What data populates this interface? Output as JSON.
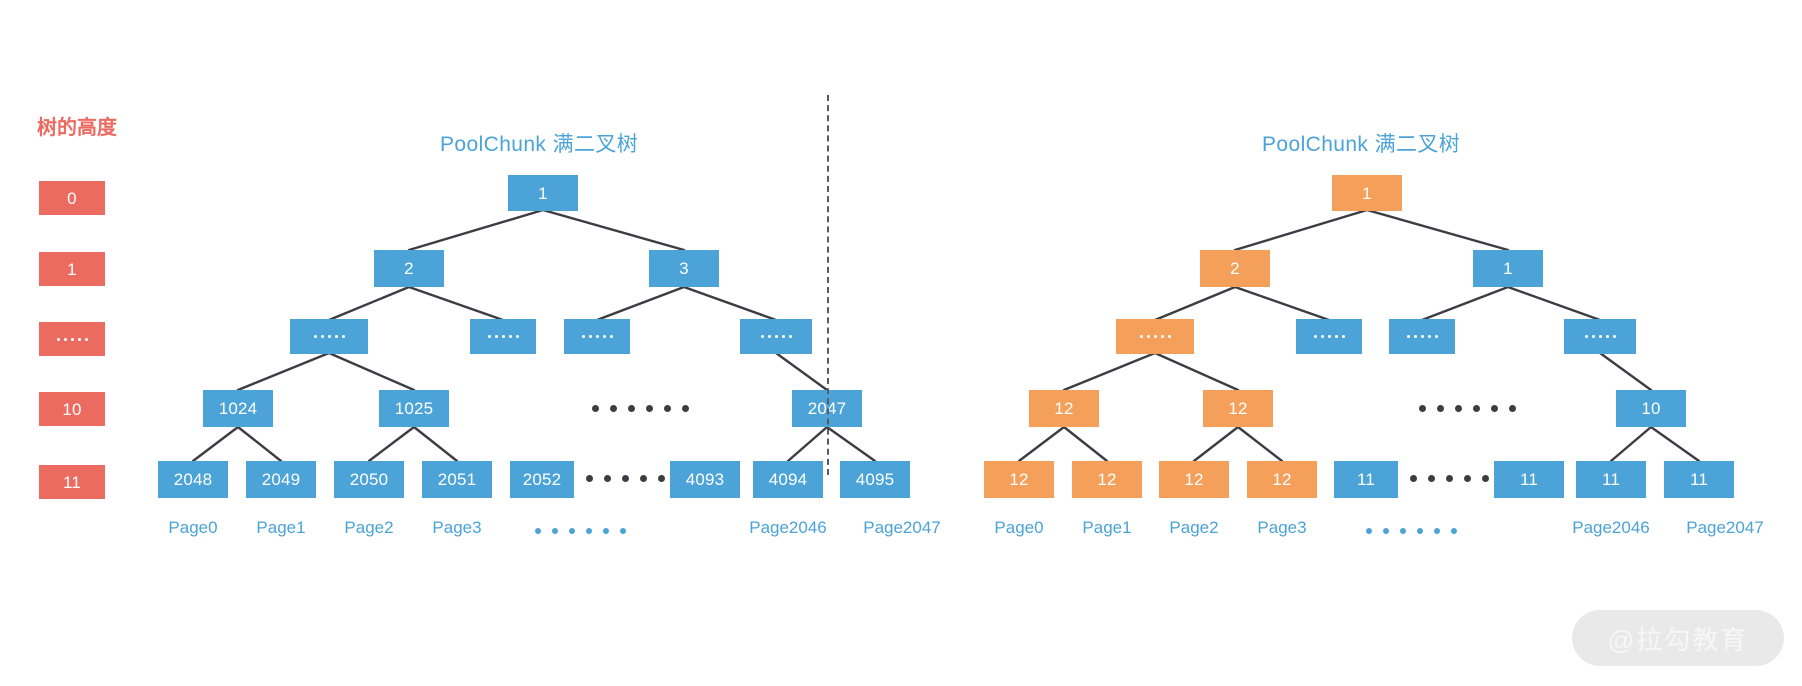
{
  "legend": {
    "title": "树的高度",
    "levels": [
      "0",
      "1",
      "……",
      "10",
      "11"
    ]
  },
  "colors": {
    "blue": "#4BA3D8",
    "orange": "#F5A05A",
    "red": "#EC6B61",
    "line": "#3c3c44",
    "divider": "#5a5a66",
    "watermark_bg": "#e9e9e9"
  },
  "watermark": {
    "text": "@拉勾教育"
  },
  "left_tree": {
    "title": "PoolChunk 满二叉树",
    "depth_labels": [
      "0",
      "1",
      "……",
      "10",
      "11"
    ],
    "nodes": {
      "d0": [
        "1"
      ],
      "d1": [
        "2",
        "3"
      ],
      "d2": [
        "……",
        "……",
        "……",
        "……"
      ],
      "d10": [
        "1024",
        "1025",
        "2047"
      ],
      "d11": [
        "2048",
        "2049",
        "2050",
        "2051",
        "2052",
        "4093",
        "4094",
        "4095"
      ]
    },
    "page_labels": [
      "Page0",
      "Page1",
      "Page2",
      "Page3",
      "Page2046",
      "Page2047"
    ],
    "ellipses": [
      "middle-row10",
      "leaf-gap",
      "page-gap"
    ]
  },
  "right_tree": {
    "title": "PoolChunk 满二叉树",
    "nodes": {
      "d0": [
        "1"
      ],
      "d1": [
        "2",
        "1"
      ],
      "d2": [
        "……",
        "……",
        "……",
        "……"
      ],
      "d10": [
        "12",
        "12",
        "10"
      ],
      "d11": [
        "12",
        "12",
        "12",
        "12",
        "11",
        "11",
        "11",
        "11"
      ]
    },
    "node_colors": {
      "d0": [
        "orange"
      ],
      "d1": [
        "orange",
        "blue"
      ],
      "d2": [
        "orange",
        "blue",
        "blue",
        "blue"
      ],
      "d10": [
        "orange",
        "orange",
        "blue"
      ],
      "d11": [
        "orange",
        "orange",
        "orange",
        "orange",
        "blue",
        "blue",
        "blue",
        "blue"
      ]
    },
    "page_labels": [
      "Page0",
      "Page1",
      "Page2",
      "Page3",
      "Page2046",
      "Page2047"
    ],
    "ellipses": [
      "middle-row10",
      "leaf-gap",
      "page-gap"
    ]
  }
}
